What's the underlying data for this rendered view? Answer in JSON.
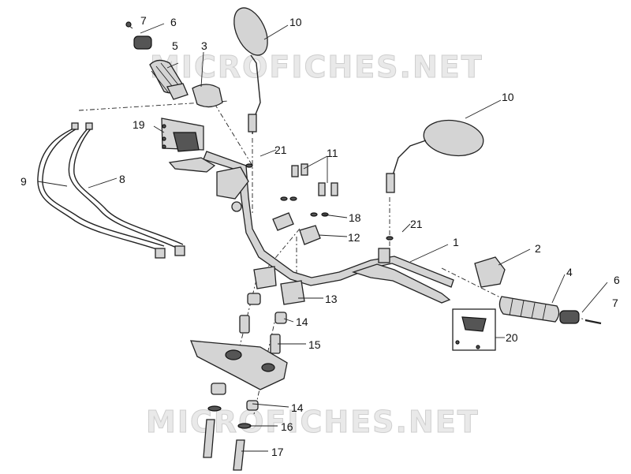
{
  "watermarks": [
    "MICROFICHES.NET",
    "MICROFICHES.NET"
  ],
  "labels": {
    "p1": "1",
    "p2": "2",
    "p3": "3",
    "p4": "4",
    "p5": "5",
    "p6a": "6",
    "p6b": "6",
    "p7a": "7",
    "p7b": "7",
    "p8": "8",
    "p9": "9",
    "p10a": "10",
    "p10b": "10",
    "p11": "11",
    "p12": "12",
    "p13": "13",
    "p14a": "14",
    "p14b": "14",
    "p15": "15",
    "p16": "16",
    "p17": "17",
    "p18": "18",
    "p19": "19",
    "p20": "20",
    "p21a": "21",
    "p21b": "21"
  }
}
